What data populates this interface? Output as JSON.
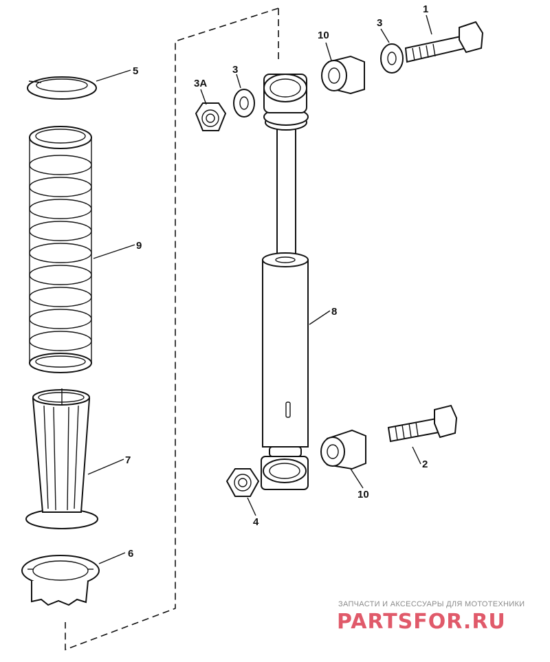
{
  "callouts": {
    "c1": "1",
    "c2": "2",
    "c3a": "3",
    "c3b": "3",
    "c3A": "3A",
    "c4": "4",
    "c5": "5",
    "c6": "6",
    "c7": "7",
    "c8": "8",
    "c9": "9",
    "c10a": "10",
    "c10b": "10"
  },
  "watermark": {
    "tagline": "ЗАПЧАСТИ И АКСЕССУАРЫ ДЛЯ МОТОТЕХНИКИ",
    "brand": "PARTSFOR.RU",
    "brand_color": "#e05a6a"
  }
}
